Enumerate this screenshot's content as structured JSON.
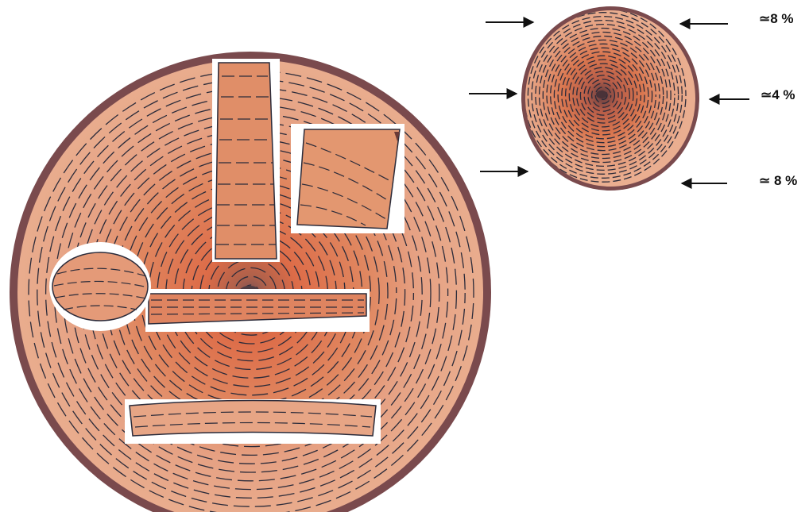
{
  "colors": {
    "background": "#ffffff",
    "bark": "#7a4a4d",
    "sapwood": "#e6a98a",
    "heartwood": "#d8744f",
    "pith": "#5f4a4c",
    "ring_line": "#2b2b3a",
    "cut_outline": "#ffffff",
    "arrow": "#111111"
  },
  "shrinkage_labels": {
    "top": "≃8 %",
    "middle": "≃4 %",
    "bottom": "≃ 8 %"
  },
  "icons": {
    "arrow_right": "arrow-right-icon",
    "arrow_left": "arrow-left-icon"
  }
}
